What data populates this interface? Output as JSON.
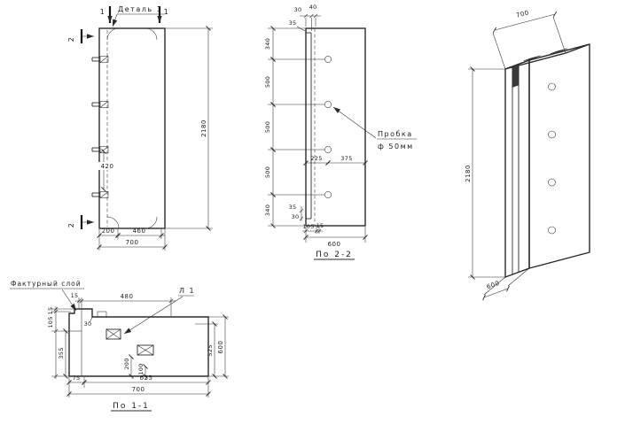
{
  "front_view": {
    "detail_label": "Деталь 1",
    "cut_marks": {
      "top_left": "2",
      "bottom_left": "2",
      "cut1_a": "1",
      "cut1_b": "1"
    },
    "dims": {
      "height": "2180",
      "hook_spacing": "420",
      "bottom_chain": [
        "200",
        "460"
      ],
      "width": "700"
    }
  },
  "section_2_2": {
    "title": "По 2-2",
    "plug_label": {
      "line1": "Пробка",
      "line2": "ф 50мм"
    },
    "dims": {
      "top_chain": [
        "30",
        "40"
      ],
      "top_small": "35",
      "v_chain": [
        "340",
        "500",
        "500",
        "500",
        "340"
      ],
      "inner_chain": [
        "225",
        "375"
      ],
      "bottom_small": [
        "35",
        "30"
      ],
      "bottom_chain": [
        "105",
        "15"
      ],
      "width": "600"
    }
  },
  "iso_view": {
    "dims": {
      "width": "700",
      "height": "2180",
      "depth": "600"
    }
  },
  "section_1_1": {
    "title": "По 1-1",
    "layer_label": "Фактурный слой",
    "anchor_label": "Л 1",
    "dims": {
      "top_chain": [
        "15",
        "480"
      ],
      "left_chain": [
        "15",
        "105"
      ],
      "left_overall": "355",
      "step": "30",
      "right_chain": [
        "525",
        "600"
      ],
      "inner_chain": [
        "200",
        "100"
      ],
      "bottom_chain": [
        "75",
        "625"
      ],
      "width": "700"
    }
  }
}
